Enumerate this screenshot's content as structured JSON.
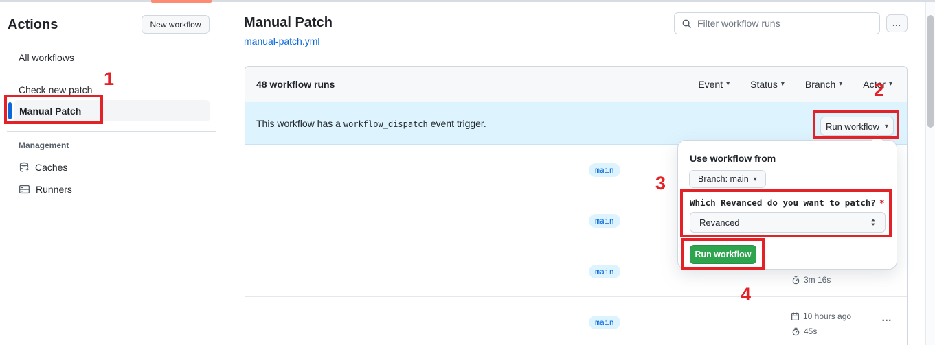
{
  "sidebar": {
    "title": "Actions",
    "new_workflow_label": "New workflow",
    "items": [
      {
        "label": "All workflows",
        "selected": false
      },
      {
        "label": "Check new patch",
        "selected": false
      },
      {
        "label": "Manual Patch",
        "selected": true
      }
    ],
    "management": {
      "heading": "Management",
      "items": [
        {
          "label": "Caches",
          "icon": "cache-icon"
        },
        {
          "label": "Runners",
          "icon": "runners-icon"
        }
      ]
    }
  },
  "header": {
    "title": "Manual Patch",
    "file_link": "manual-patch.yml",
    "filter_placeholder": "Filter workflow runs"
  },
  "table": {
    "runs_count_label": "48 workflow runs",
    "filters": [
      {
        "label": "Event"
      },
      {
        "label": "Status"
      },
      {
        "label": "Branch"
      },
      {
        "label": "Actor"
      }
    ],
    "banner": {
      "text_before": "This workflow has a",
      "code": "workflow_dispatch",
      "text_after": "event trigger.",
      "run_workflow_label": "Run workflow"
    },
    "rows": [
      {
        "branch": "main"
      },
      {
        "branch": "main"
      },
      {
        "branch": "main",
        "duration": "3m 16s"
      },
      {
        "branch": "main",
        "date": "10 hours ago",
        "duration": "45s"
      }
    ]
  },
  "run_dialog": {
    "heading": "Use workflow from",
    "branch_selector_label": "Branch: main",
    "input_label": "Which Revanced do you want to patch?",
    "required_mark": "*",
    "select_value": "Revanced",
    "submit_label": "Run workflow"
  },
  "annotations": {
    "steps": [
      "1",
      "2",
      "3",
      "4"
    ]
  },
  "icons": {
    "chevron_down": "▾",
    "kebab_horizontal": "…"
  },
  "colors": {
    "accent_blue": "#0969da",
    "banner_bg": "#ddf4ff",
    "badge_bg": "#ddf4ff",
    "green": "#2da44e",
    "annotation_red": "#e32227",
    "tab_orange": "#fd8c73"
  }
}
